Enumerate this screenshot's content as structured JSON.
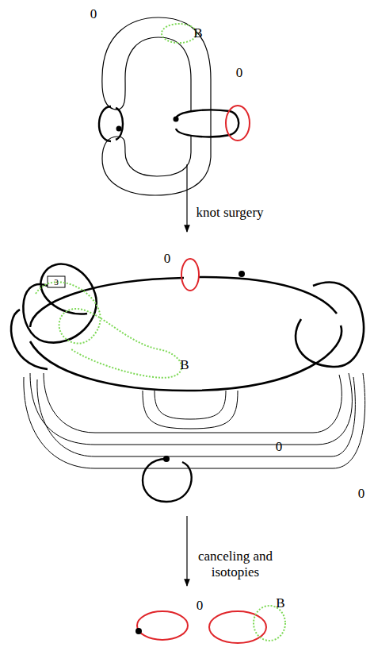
{
  "diagram": {
    "labels": [
      "0",
      "B",
      "0",
      "knot surgery",
      "0",
      "3",
      "B",
      "0",
      "0",
      "canceling and isotopies",
      "0",
      "B"
    ]
  }
}
